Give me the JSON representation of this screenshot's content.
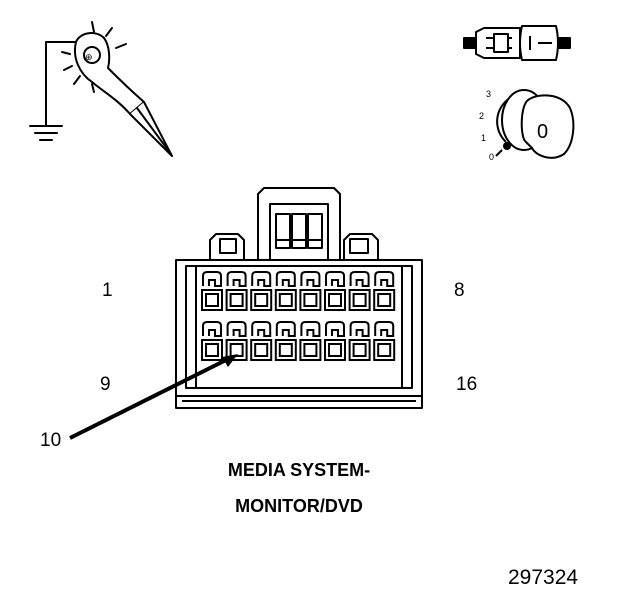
{
  "pin_labels": {
    "top_left": "1",
    "top_right": "8",
    "bottom_left": "9",
    "bottom_right": "16",
    "callout": "10"
  },
  "caption": {
    "line1": "MEDIA SYSTEM-",
    "line2": "MONITOR/DVD"
  },
  "figure_number": "297324",
  "ignition_key": {
    "positions": [
      "3",
      "2",
      "1",
      "0"
    ],
    "key_symbol": "0"
  },
  "icons": {
    "probe": "test-probe-grounded-icon",
    "connector_view": "connector-side-view-icon",
    "ignition": "ignition-key-off-icon"
  },
  "connector": {
    "rows": 2,
    "cavities_per_row": 8,
    "highlighted_cavity": 10
  }
}
